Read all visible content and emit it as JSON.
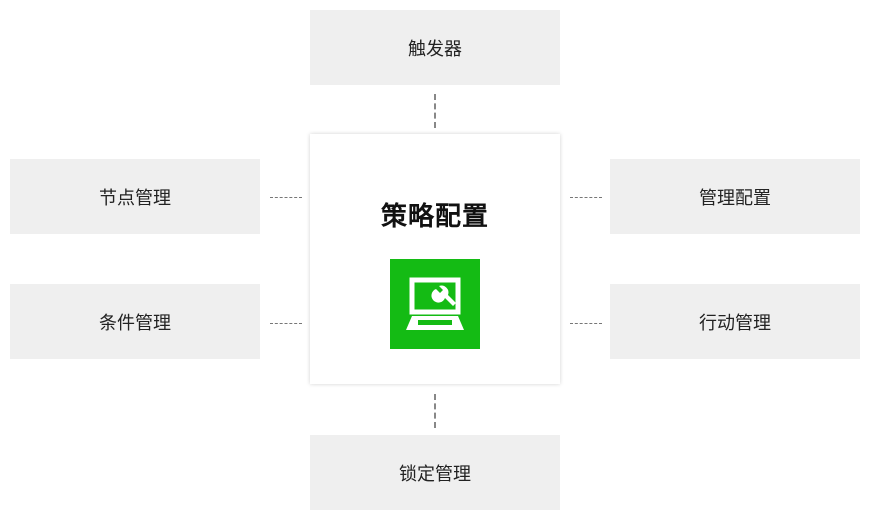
{
  "center": {
    "title": "策略配置",
    "icon": "laptop-wrench-icon",
    "icon_color": "#14bb14"
  },
  "nodes": {
    "top": {
      "label": "触发器"
    },
    "left_top": {
      "label": "节点管理"
    },
    "left_bottom": {
      "label": "条件管理"
    },
    "right_top": {
      "label": "管理配置"
    },
    "right_bottom": {
      "label": "行动管理"
    },
    "bottom": {
      "label": "锁定管理"
    }
  },
  "colors": {
    "node_bg": "#efefef",
    "connector": "#888888"
  }
}
